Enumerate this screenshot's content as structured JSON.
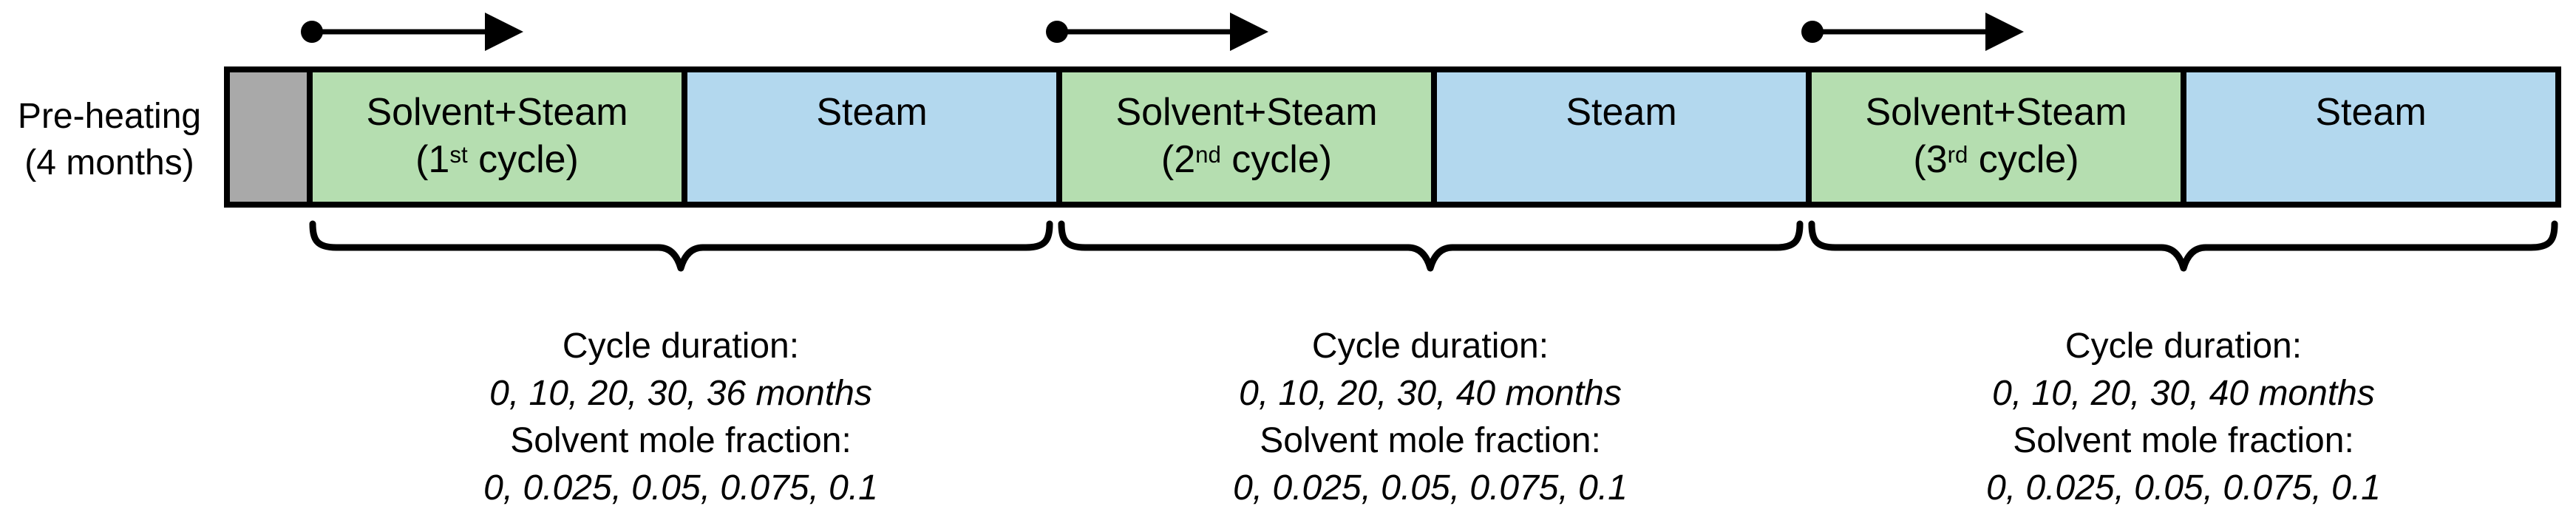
{
  "colors": {
    "pre_heat_gray": "#a9a9a9",
    "solvent_steam_green": "#b5deb0",
    "steam_blue": "#b3d8ee",
    "line_black": "#000000"
  },
  "pre_heating_label": {
    "line1": "Pre-heating",
    "line2": "(4 months)"
  },
  "segments": [
    {
      "name": "pre-heating-block"
    },
    {
      "line1": "Solvent+Steam",
      "cycle_prefix": "(1",
      "cycle_ordinal": "st",
      "cycle_suffix": " cycle)"
    },
    {
      "label": "Steam"
    },
    {
      "line1": "Solvent+Steam",
      "cycle_prefix": "(2",
      "cycle_ordinal": "nd",
      "cycle_suffix": " cycle)"
    },
    {
      "label": "Steam"
    },
    {
      "line1": "Solvent+Steam",
      "cycle_prefix": "(3",
      "cycle_ordinal": "rd",
      "cycle_suffix": " cycle)"
    },
    {
      "label": "Steam"
    }
  ],
  "cycle_params": [
    {
      "duration_label": "Cycle duration:",
      "duration_values": "0, 10, 20, 30, 36 months",
      "mole_fraction_label": "Solvent mole fraction:",
      "mole_fraction_values": "0, 0.025, 0.05, 0.075, 0.1"
    },
    {
      "duration_label": "Cycle duration:",
      "duration_values": "0, 10, 20, 30, 40 months",
      "mole_fraction_label": "Solvent mole fraction:",
      "mole_fraction_values": "0, 0.025, 0.05, 0.075, 0.1"
    },
    {
      "duration_label": "Cycle duration:",
      "duration_values": "0, 10, 20, 30, 40 months",
      "mole_fraction_label": "Solvent mole fraction:",
      "mole_fraction_values": "0, 0.025, 0.05, 0.075, 0.1"
    }
  ]
}
